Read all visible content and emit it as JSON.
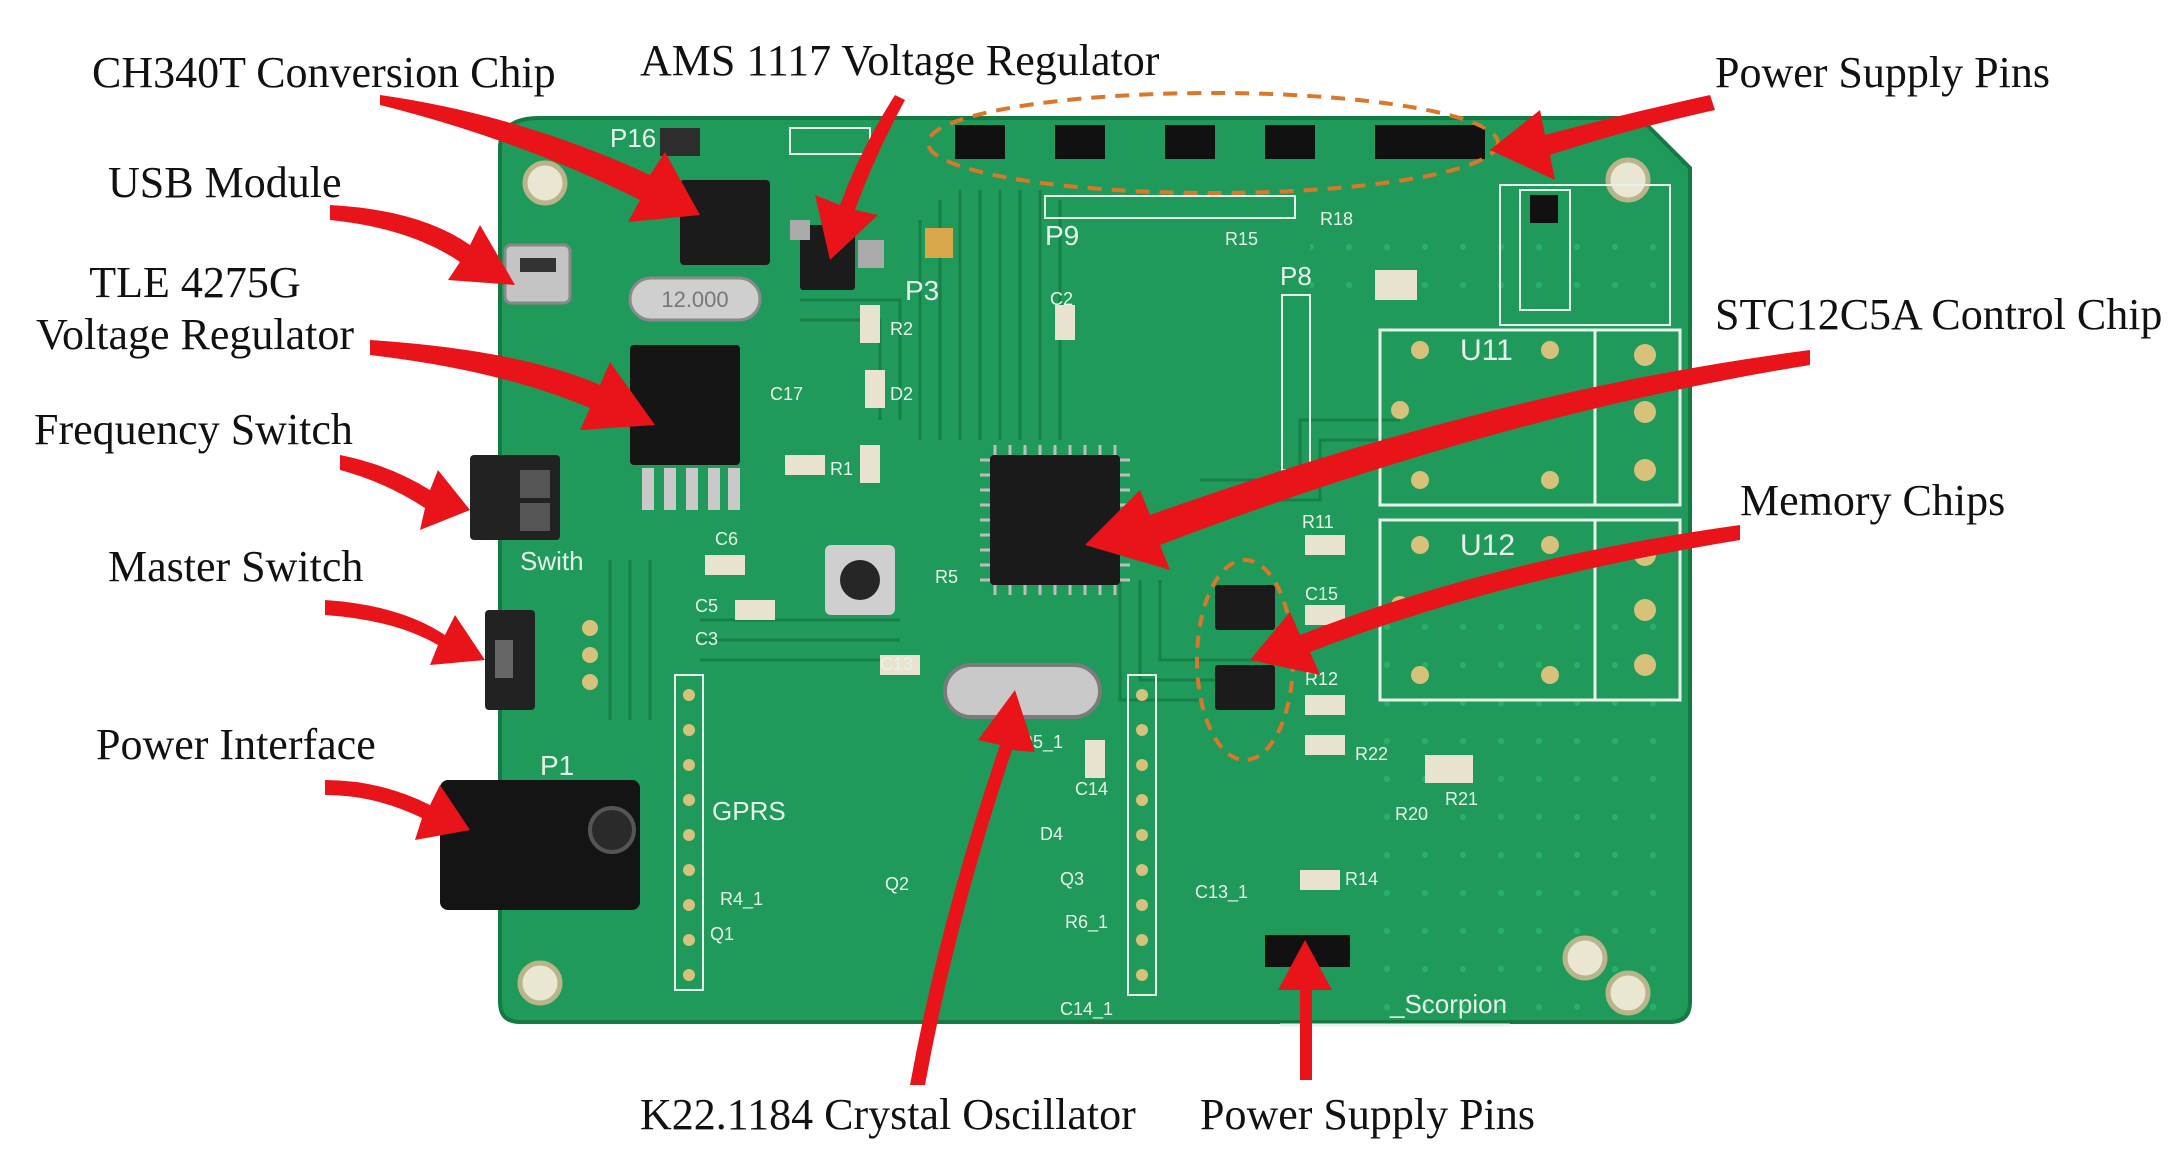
{
  "labels": {
    "ch340t": "CH340T Conversion Chip",
    "ams1117": "AMS 1117 Voltage Regulator",
    "power_pins_top": "Power Supply Pins",
    "usb": "USB Module",
    "tle_line1": "TLE 4275G",
    "tle_line2": "Voltage Regulator",
    "stc": "STC12C5A Control Chip",
    "freq_switch": "Frequency Switch",
    "memory": "Memory Chips",
    "master_switch": "Master Switch",
    "power_interface": "Power Interface",
    "crystal": "K22.1184 Crystal Oscillator",
    "power_pins_bottom": "Power Supply Pins"
  },
  "silkscreen": {
    "p16": "P16",
    "p9": "P9",
    "p8": "P8",
    "p3": "P3",
    "p1": "P1",
    "u11": "U11",
    "u12": "U12",
    "switch": "Swith",
    "gprs": "GPRS",
    "crystal_top": "12.000",
    "brand": "_Scorpion",
    "c2": "C2",
    "c5": "C5",
    "c6": "C6",
    "c3": "C3",
    "c13": "C13",
    "c14": "C14",
    "c15": "C15",
    "c17": "C17",
    "r2": "R2",
    "r1": "R1",
    "r5": "R5",
    "r11": "R11",
    "r12": "R12",
    "r14": "R14",
    "r15": "R15",
    "r18": "R18",
    "r20": "R20",
    "r21": "R21",
    "r22": "R22",
    "d2": "D2",
    "d4": "D4",
    "q1": "Q1",
    "q2": "Q2",
    "q3": "Q3",
    "c13_1": "C13_1",
    "r6_1": "R6_1",
    "c14_1": "C14_1",
    "r4_1": "R4_1",
    "r5_1": "R5_1"
  },
  "colors": {
    "pcb": "#1f9a5a",
    "pcb_dark": "#178048",
    "silk": "#e8f2ec",
    "arrow": "#e8141a",
    "highlight": "#d9772a"
  }
}
